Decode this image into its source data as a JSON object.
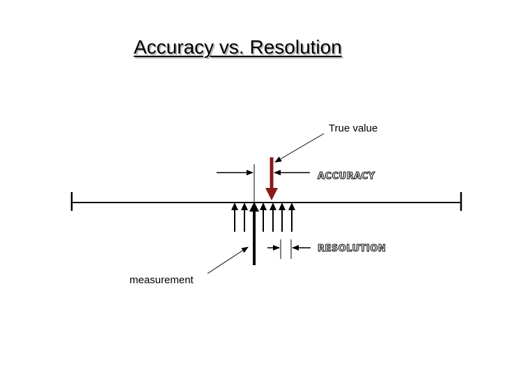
{
  "title": "Accuracy vs. Resolution",
  "labels": {
    "true_value": "True value",
    "accuracy": "ACCURACY",
    "resolution": "RESOLUTION",
    "measurement": "measurement"
  },
  "colors": {
    "true_value_arrow": "#8b1a1a",
    "lines": "#000000"
  }
}
